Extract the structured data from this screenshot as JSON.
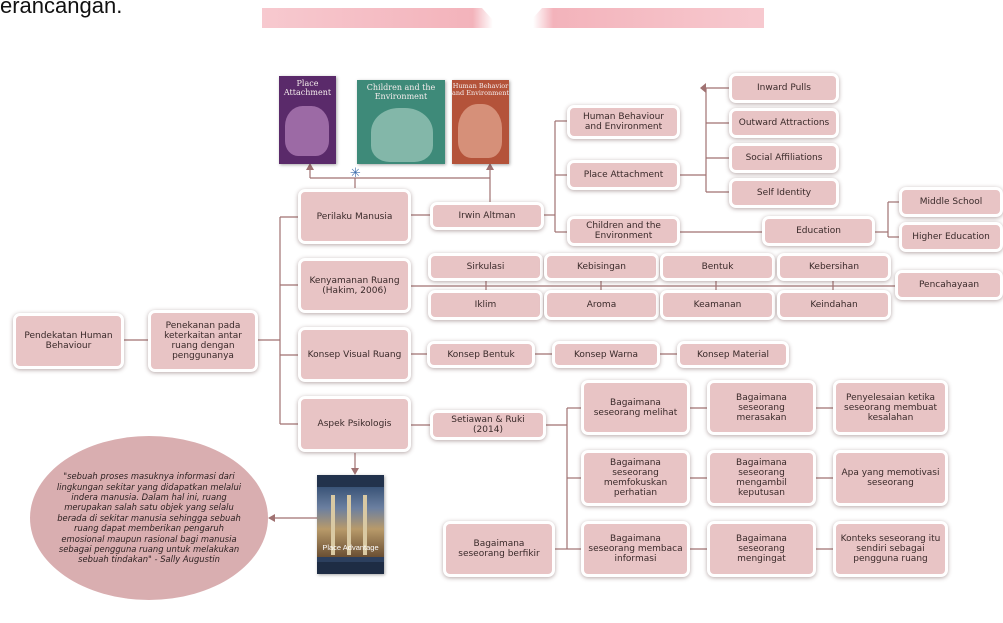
{
  "header": {
    "fragment": "erancangan."
  },
  "diagram": {
    "root": "Pendekatan Human Behaviour",
    "focus": "Penekanan pada keterkaitan antar ruang dengan penggunanya",
    "perilaku": "Perilaku Manusia",
    "kenyamanan": "Kenyamanan Ruang (Hakim, 2006)",
    "konsep_visual": "Konsep Visual Ruang",
    "aspek": "Aspek Psikologis",
    "irwin": "Irwin Altman",
    "hbe": "Human Behaviour and Environment",
    "place_attachment": "Place Attachment",
    "children_env": "Children and the Environment",
    "inward": "Inward Pulls",
    "outward": "Outward Attractions",
    "social": "Social Affiliations",
    "self_identity": "Self Identity",
    "education": "Education",
    "middle_school": "Middle School",
    "higher_education": "Higher Education",
    "sirkulasi": "Sirkulasi",
    "kebisingan": "Kebisingan",
    "bentuk": "Bentuk",
    "kebersihan": "Kebersihan",
    "pencahayaan": "Pencahayaan",
    "iklim": "Iklim",
    "aroma": "Aroma",
    "keamanan": "Keamanan",
    "keindahan": "Keindahan",
    "konsep_bentuk": "Konsep Bentuk",
    "konsep_warna": "Konsep Warna",
    "konsep_material": "Konsep Material",
    "setiawan": "Setiawan & Ruki (2014)",
    "melihat": "Bagaimana seseorang melihat",
    "merasakan": "Bagaimana seseorang merasakan",
    "penyelesaian": "Penyelesaian ketika seseorang membuat kesalahan",
    "memfokuskan": "Bagaimana seseorang memfokuskan perhatian",
    "mengambil": "Bagaimana seseorang mengambil keputusan",
    "memotivasi": "Apa yang memotivasi seseorang",
    "berfikir": "Bagaimana seseorang berfikir",
    "membaca": "Bagaimana seseorang membaca informasi",
    "mengingat": "Bagaimana seseorang mengingat",
    "konteks": "Konteks seseorang itu sendiri sebagai pengguna ruang",
    "quote": "\"sebuah proses masuknya informasi dari lingkungan sekitar yang didapatkan melalui indera manusia. Dalam hal ini, ruang merupakan salah satu objek yang selalu berada di sekitar manusia sehingga sebuah ruang dapat memberikan pengaruh emosional maupun rasional bagi manusia sebagai pengguna ruang untuk melakukan sebuah tindakan\" - Sally Augustin"
  },
  "books": {
    "place_attachment_title": "Place Attachment",
    "children_title": "Children and the Environment",
    "human_behavior_title": "Human Behavior and Environment",
    "place_advantage_title": "Place Advantage"
  },
  "colors": {
    "box": "#e8c4c5",
    "line": "#a07272",
    "quote_bg": "#d9aeb0"
  }
}
